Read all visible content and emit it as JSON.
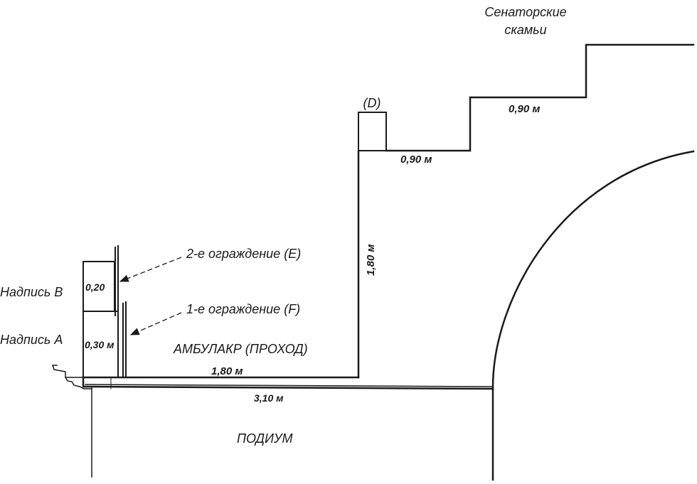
{
  "labels": {
    "senator_benches": [
      "Сенаторские",
      "скамьи"
    ],
    "d_marker": "(D)",
    "second_barrier": "2-е ограждение (E)",
    "first_barrier": "1-е ограждение (F)",
    "inscription_b": "Надпись B",
    "inscription_a": "Надпись A",
    "ambulacrum": "АМБУЛАКР (ПРОХОД)",
    "podium": "ПОДИУМ"
  },
  "dimensions": {
    "bench_upper_depth": "0,90 м",
    "bench_lower_depth": "0,90 м",
    "wall_height": "1,80 м",
    "walkway_width": "1,80 м",
    "podium_width": "3,10 м",
    "inscription_b_height": "0,20",
    "inscription_a_height": "0,30 м"
  }
}
